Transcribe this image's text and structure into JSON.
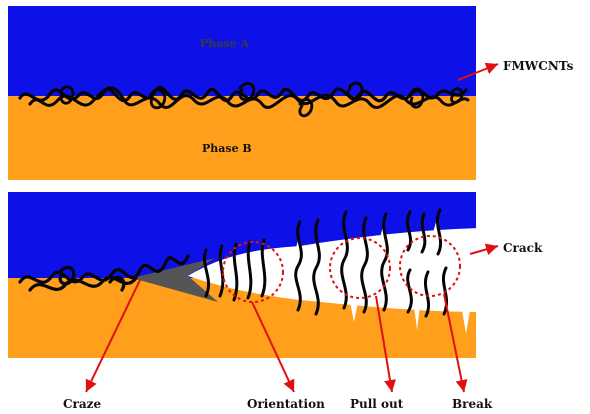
{
  "labels": {
    "phase_a": "Phase A",
    "phase_b": "Phase B",
    "fmwcnts": "FMWCNTs",
    "crack": "Crack",
    "craze": "Craze",
    "orientation": "Orientation",
    "pull_out": "Pull out",
    "break": "Break"
  },
  "colors": {
    "phase_a": "#0d11e8",
    "phase_b": "#ff9f1c",
    "nanotube": "#050505",
    "arrow": "#e01010",
    "craze_fill": "#555555",
    "crack_fill": "#ffffff",
    "highlight_circle": "#e01010"
  },
  "icons": {
    "pointer": "red-arrow",
    "region_marker": "dotted-circle"
  }
}
